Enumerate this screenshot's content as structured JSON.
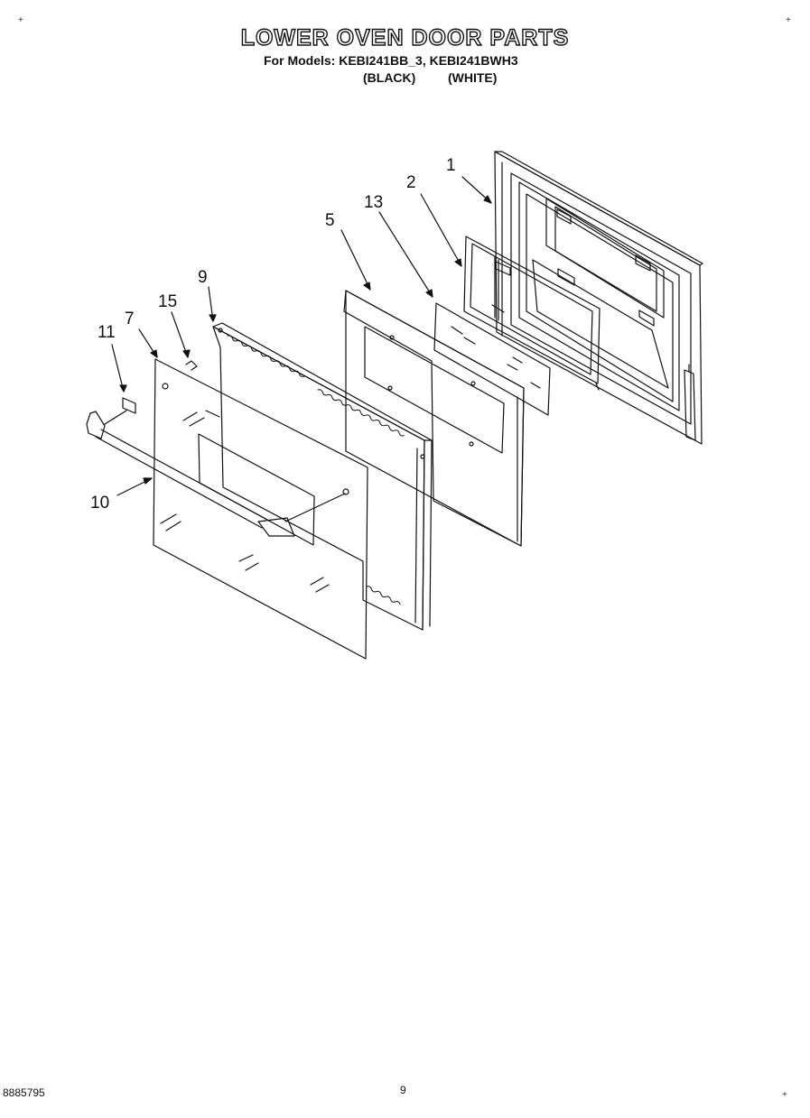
{
  "header": {
    "title": "LOWER OVEN DOOR PARTS",
    "models_line": "For Models: KEBI241BB_3, KEBI241BWH3",
    "variant_black": "(BLACK)",
    "variant_white": "(WHITE)"
  },
  "callouts": [
    "1",
    "2",
    "13",
    "5",
    "9",
    "15",
    "7",
    "11",
    "10"
  ],
  "footer": {
    "code": "8885795",
    "page": "9"
  },
  "corner_marks": [
    "+",
    "+",
    "+"
  ]
}
